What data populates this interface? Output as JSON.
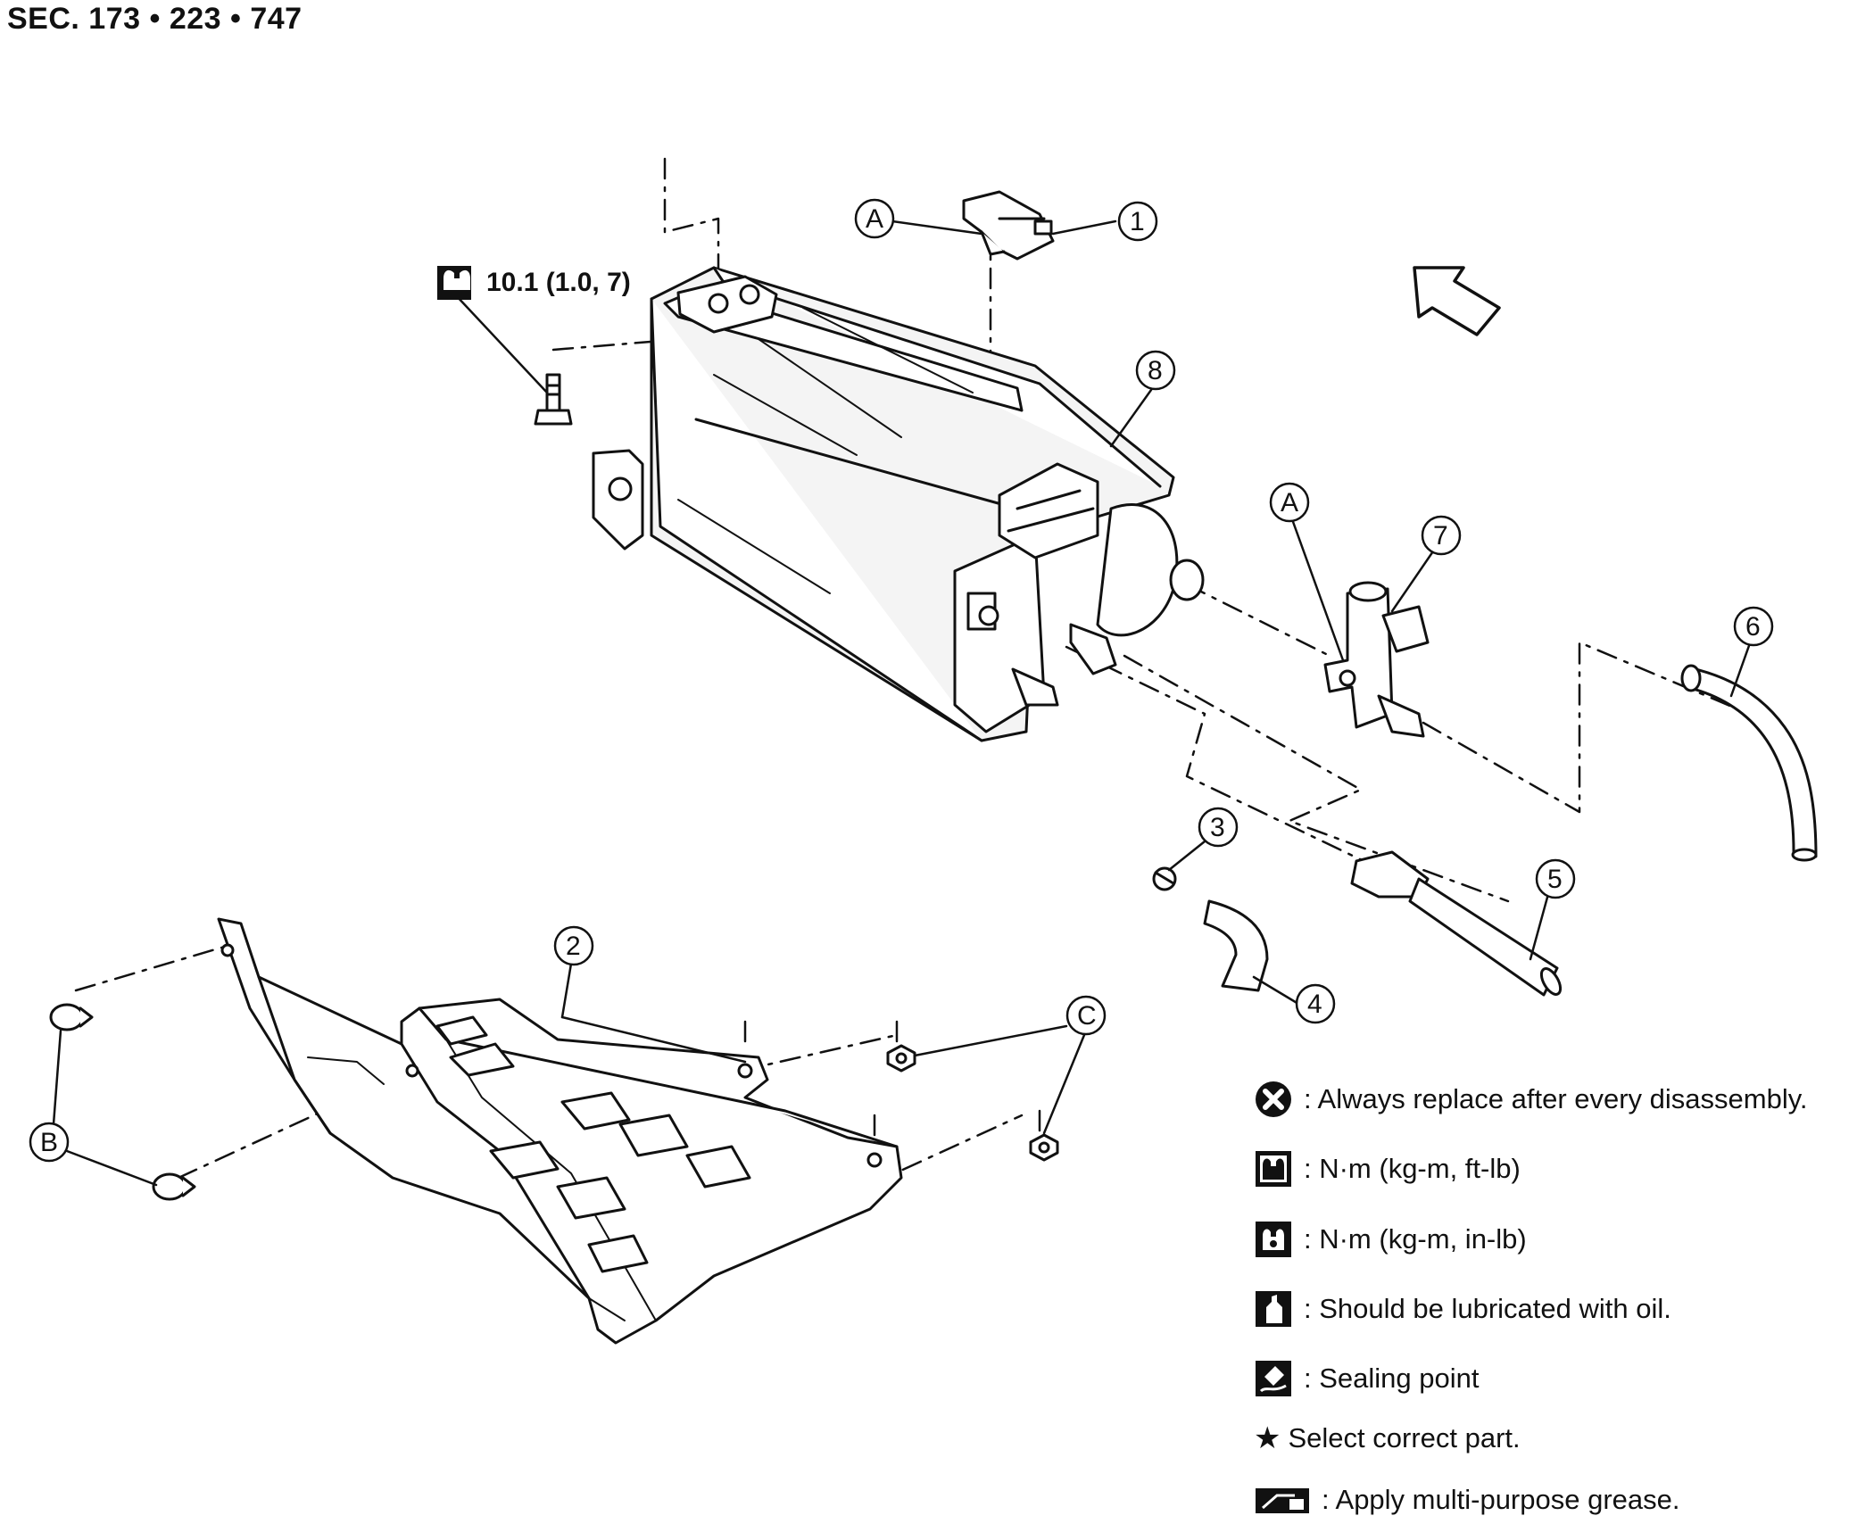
{
  "header": {
    "section": "SEC. 173 • 223 • 747"
  },
  "torque_spec": {
    "value": "10.1 (1.0, 7)"
  },
  "callouts": {
    "c1": "1",
    "c2": "2",
    "c3": "3",
    "c4": "4",
    "c5": "5",
    "c6": "6",
    "c7": "7",
    "c8": "8",
    "a1": "A",
    "a2": "A",
    "b": "B",
    "c": "C"
  },
  "legend": {
    "replace": ": Always replace after every disassembly.",
    "torque_ftlb": ": N·m (kg-m, ft-lb)",
    "torque_inlb": ": N·m (kg-m, in-lb)",
    "oil": ": Should be lubricated with oil.",
    "sealing": ": Sealing point",
    "select": "Select correct part.",
    "grease": ": Apply multi-purpose grease."
  },
  "icons": [
    "replace-icon",
    "torque-wrench-icon",
    "torque-wrench-filled-icon",
    "oil-can-icon",
    "sealing-icon",
    "star-icon",
    "grease-icon",
    "front-arrow-icon"
  ]
}
